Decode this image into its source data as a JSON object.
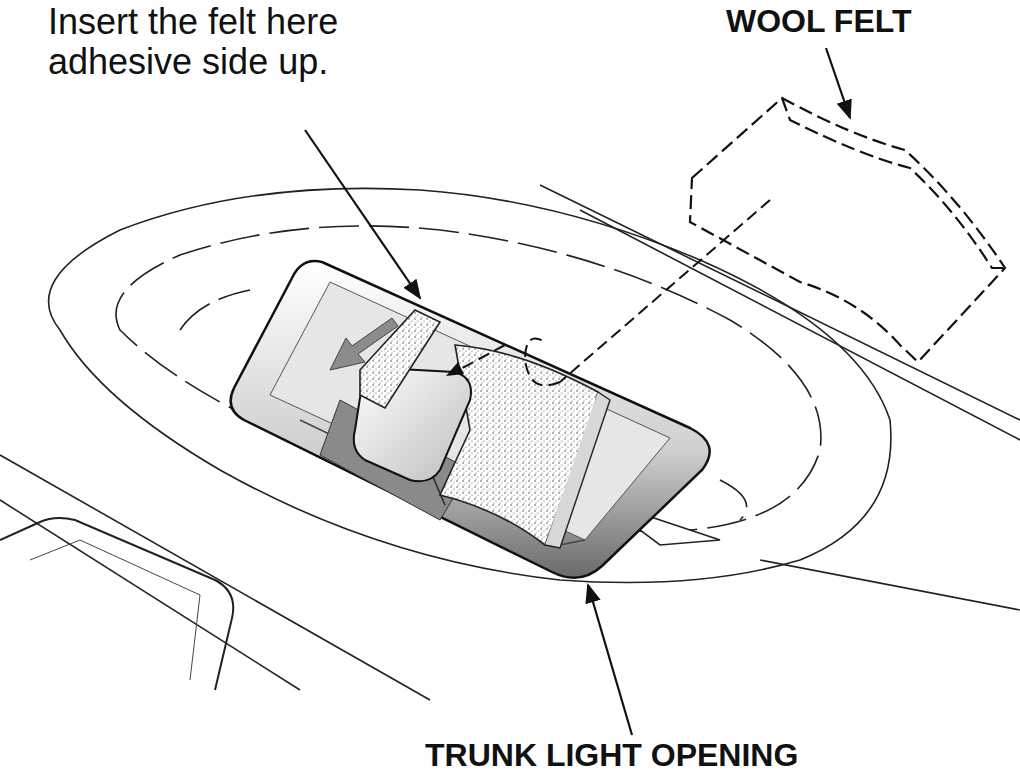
{
  "diagram": {
    "labels": [
      "Insert the felt here adhesive side up.",
      "WOOL FELT",
      "TRUNK LIGHT OPENING"
    ]
  }
}
